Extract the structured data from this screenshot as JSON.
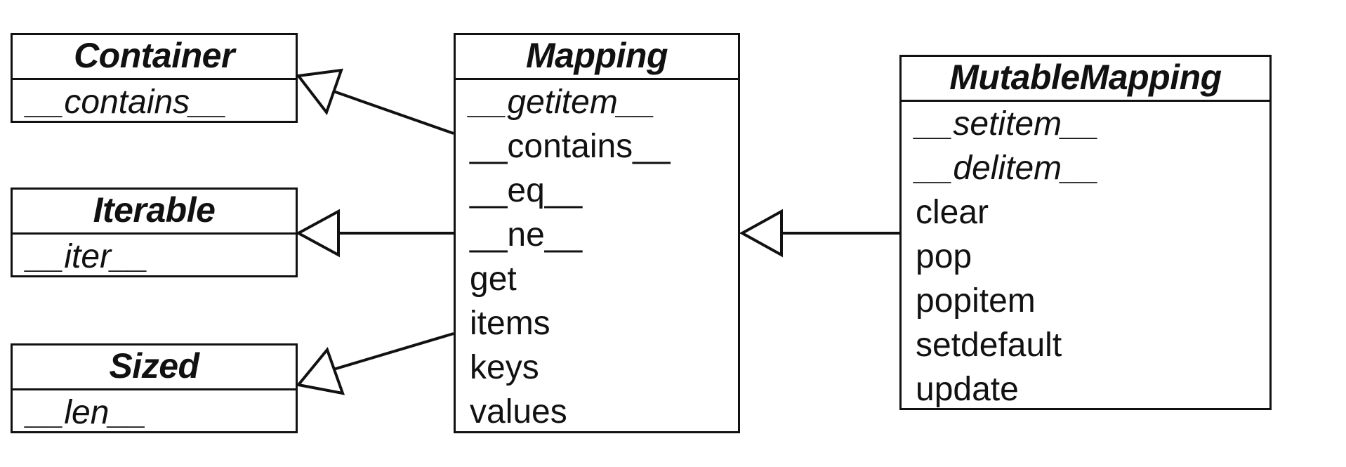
{
  "diagram": {
    "classes": {
      "container": {
        "name": "Container",
        "methods": [
          {
            "label": "__contains__",
            "abstract": true
          }
        ]
      },
      "iterable": {
        "name": "Iterable",
        "methods": [
          {
            "label": "__iter__",
            "abstract": true
          }
        ]
      },
      "sized": {
        "name": "Sized",
        "methods": [
          {
            "label": "__len__",
            "abstract": true
          }
        ]
      },
      "mapping": {
        "name": "Mapping",
        "methods": [
          {
            "label": "__getitem__",
            "abstract": true
          },
          {
            "label": "__contains__",
            "abstract": false
          },
          {
            "label": "__eq__",
            "abstract": false
          },
          {
            "label": "__ne__",
            "abstract": false
          },
          {
            "label": "get",
            "abstract": false
          },
          {
            "label": "items",
            "abstract": false
          },
          {
            "label": "keys",
            "abstract": false
          },
          {
            "label": "values",
            "abstract": false
          }
        ]
      },
      "mutable_mapping": {
        "name": "MutableMapping",
        "methods": [
          {
            "label": "__setitem__",
            "abstract": true
          },
          {
            "label": "__delitem__",
            "abstract": true
          },
          {
            "label": "clear",
            "abstract": false
          },
          {
            "label": "pop",
            "abstract": false
          },
          {
            "label": "popitem",
            "abstract": false
          },
          {
            "label": "setdefault",
            "abstract": false
          },
          {
            "label": "update",
            "abstract": false
          }
        ]
      }
    },
    "relations": [
      {
        "from": "Mapping",
        "to": "Container",
        "type": "inheritance"
      },
      {
        "from": "Mapping",
        "to": "Iterable",
        "type": "inheritance"
      },
      {
        "from": "Mapping",
        "to": "Sized",
        "type": "inheritance"
      },
      {
        "from": "MutableMapping",
        "to": "Mapping",
        "type": "inheritance"
      }
    ],
    "colors": {
      "stroke": "#111111",
      "background": "#ffffff"
    }
  }
}
